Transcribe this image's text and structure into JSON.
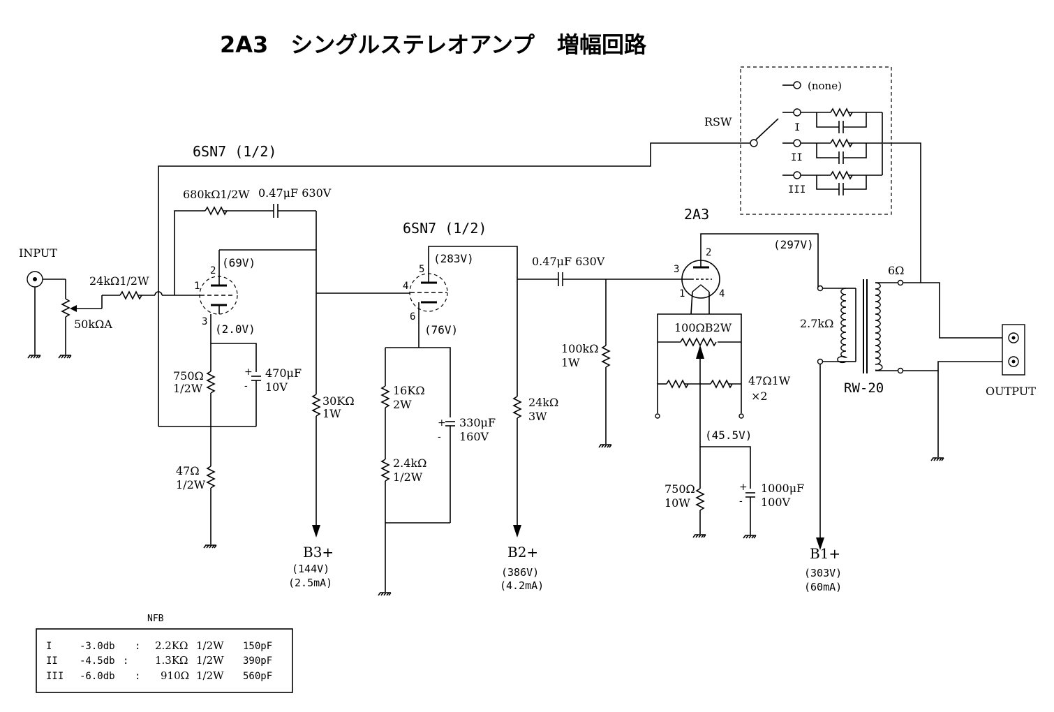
{
  "title": "2A3　シングルステレオアンプ　増幅回路",
  "labels": {
    "input": "INPUT",
    "vol_pot": "50kΩA",
    "in_res": "24kΩ1/2W",
    "tube1_name": "6SN7 (1/2)",
    "fb_res": "680kΩ1/2W",
    "fb_cap": "0.47μF 630V",
    "pin_2": "2",
    "pin_1": "1",
    "pin_3": "3",
    "v1_plate": "(69V)",
    "v1_cathode": "(2.0V)",
    "rk1_val": "750Ω",
    "rk1_w": "1/2W",
    "ck1_val": "470μF",
    "ck1_v": "10V",
    "rk2_val": "47Ω",
    "rk2_w": "1/2W",
    "rl1_val": "30KΩ",
    "rl1_w": "1W",
    "b3_name": "B3+",
    "b3_v": "(144V)",
    "b3_i": "(2.5mA)",
    "tube2_name": "6SN7 (1/2)",
    "pin_5": "5",
    "pin_4": "4",
    "pin_6": "6",
    "v2_plate": "(283V)",
    "v2_cathode": "(76V)",
    "rk3_val": "16KΩ",
    "rk3_w": "2W",
    "rk4_val": "2.4kΩ",
    "rk4_w": "1/2W",
    "ck2_val": "330μF",
    "ck2_v": "160V",
    "cc_val": "0.47μF 630V",
    "rg_val": "100kΩ",
    "rg_w": "1W",
    "rl2_val": "24kΩ",
    "rl2_w": "3W",
    "b2_name": "B2+",
    "b2_v": "(386V)",
    "b2_i": "(4.2mA)",
    "tube3_name": "2A3",
    "p3_2": "2",
    "p3_3": "3",
    "p3_1": "1",
    "p3_4": "4",
    "v3_plate": "(297V)",
    "hum_pot": "100ΩB2W",
    "fil_res": "47Ω1W",
    "fil_res_n": "×2",
    "v3_cathode": "(45.5V)",
    "rk5_val": "750Ω",
    "rk5_w": "10W",
    "ck3_val": "1000μF",
    "ck3_v": "100V",
    "b1_name": "B1+",
    "b1_v": "(303V)",
    "b1_i": "(60mA)",
    "ot_primary": "2.7kΩ",
    "ot_secondary": "6Ω",
    "ot_name": "RW-20",
    "output": "OUTPUT",
    "rsw": "RSW",
    "sw_none": "(none)",
    "sw_1": "I",
    "sw_2": "II",
    "sw_3": "III",
    "plus": "+",
    "minus": "-"
  },
  "nfb_table": {
    "title": "NFB",
    "rows": [
      {
        "pos": "I",
        "db": "-3.0db",
        "sep": ":",
        "res": "2.2KΩ",
        "watt": "1/2W",
        "cap": "150pF"
      },
      {
        "pos": "II",
        "db": "-4.5db",
        "sep": ":",
        "res": "1.3KΩ",
        "watt": "1/2W",
        "cap": "390pF"
      },
      {
        "pos": "III",
        "db": "-6.0db",
        "sep": ":",
        "res": "910Ω",
        "watt": "1/2W",
        "cap": "560pF"
      }
    ]
  }
}
